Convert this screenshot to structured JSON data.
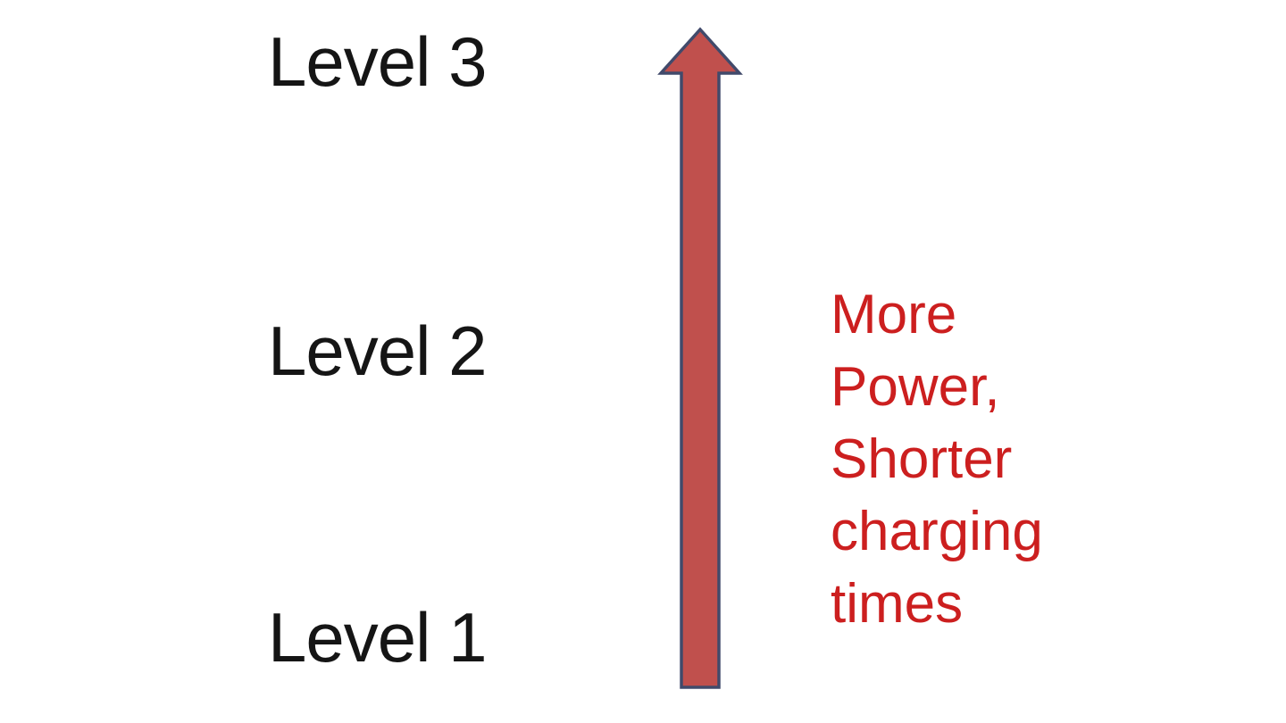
{
  "diagram": {
    "title_hidden": "",
    "levels": [
      {
        "label": "Level 3"
      },
      {
        "label": "Level 2"
      },
      {
        "label": "Level 1"
      }
    ],
    "arrow": {
      "direction": "up",
      "fill_color": "#c0504d",
      "stroke_color": "#414a6b"
    },
    "annotation": {
      "text": "More Power, Shorter charging times",
      "color": "#cc1f1f",
      "lines": [
        "More",
        "Power,",
        "Shorter",
        "charging",
        "times"
      ]
    },
    "colors": {
      "background": "#ffffff",
      "level_text": "#151515"
    }
  }
}
